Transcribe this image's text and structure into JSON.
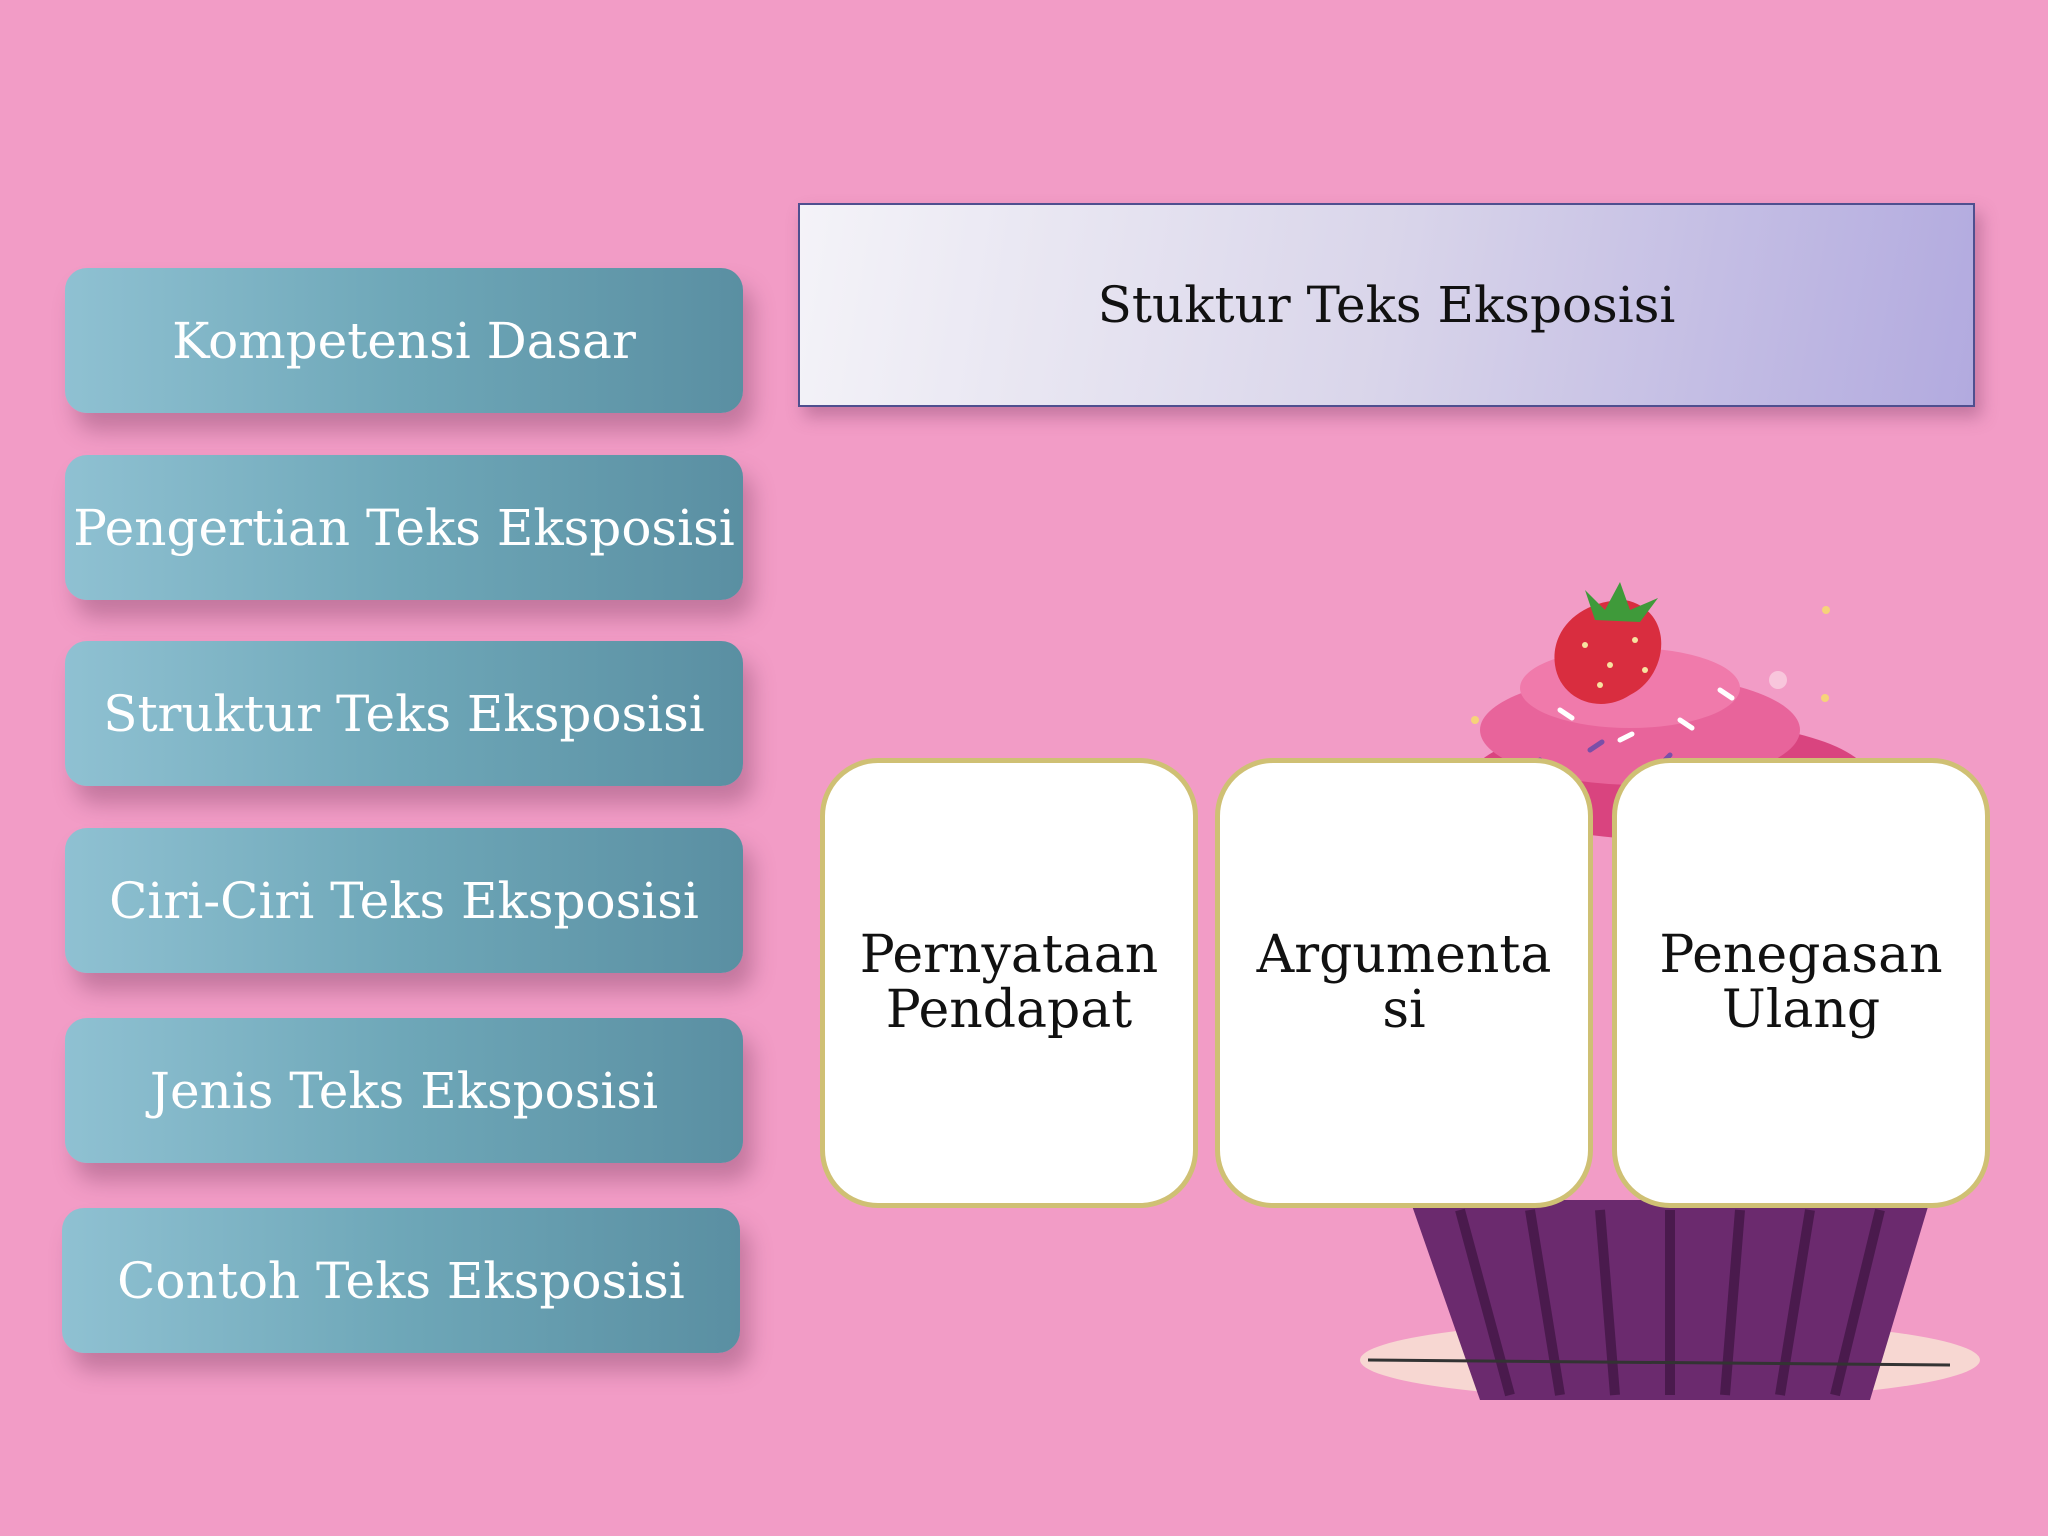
{
  "sidebar": {
    "items": [
      {
        "label": "Kompetensi Dasar"
      },
      {
        "label": "Pengertian Teks Eksposisi"
      },
      {
        "label": "Struktur Teks Eksposisi"
      },
      {
        "label": "Ciri-Ciri Teks Eksposisi"
      },
      {
        "label": "Jenis Teks Eksposisi"
      },
      {
        "label": "Contoh Teks Eksposisi"
      }
    ]
  },
  "main": {
    "title": "Stuktur Teks Eksposisi",
    "cards": [
      {
        "label": "Pernyataan Pendapat"
      },
      {
        "label": "Argumentasi"
      },
      {
        "label": "Penegasan Ulang"
      }
    ]
  },
  "colors": {
    "background": "#f29cc6",
    "nav_button": "#6ea7b8",
    "title_gradient_end": "#b2aadf",
    "card_border": "#cfc074",
    "cupcake_liner": "#6b2a6e",
    "frosting": "#e0558f"
  },
  "decor": {
    "illustration": "cupcake-illustration"
  }
}
